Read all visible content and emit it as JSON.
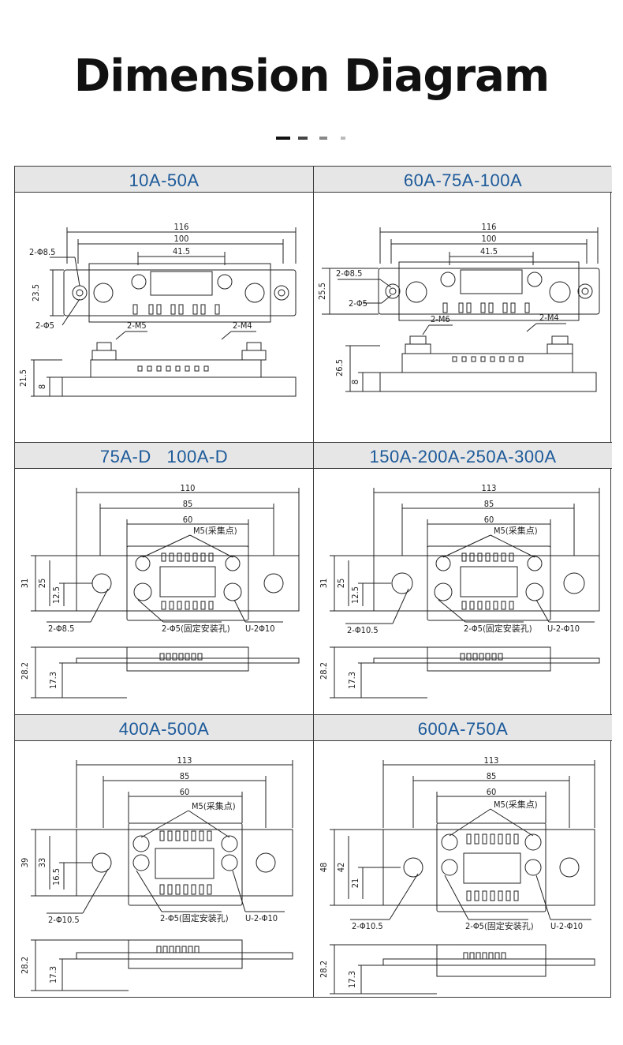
{
  "page": {
    "title": "Dimension Diagram"
  },
  "accent": {
    "header_text": "#1d5a9a",
    "header_bg": "#e6e6e6",
    "divider_dash": [
      "#111111",
      "#444444",
      "#888888",
      "#bbbbbb"
    ]
  },
  "panels": [
    {
      "label": "10A-50A",
      "dims": {
        "overall": "116",
        "middle": "100",
        "inner": "41.5",
        "height": "23.5",
        "base_height": "21.5",
        "base": "8"
      },
      "callouts": {
        "big_hole": "2-Φ8.5",
        "small_hole": "2-Φ5",
        "left_stud": "2-M5",
        "right_stud": "2-M4"
      }
    },
    {
      "label": "60A-75A-100A",
      "dims": {
        "overall": "116",
        "middle": "100",
        "inner": "41.5",
        "height": "25.5",
        "base_height": "26.5",
        "base": "8"
      },
      "callouts": {
        "big_hole": "2-Φ8.5",
        "small_hole": "2-Φ5",
        "left_stud": "2-M6",
        "right_stud": "2-M4"
      }
    },
    {
      "label": "75A-D   100A-D",
      "dims": {
        "overall": "110",
        "middle": "85",
        "inner": "60",
        "height": "31",
        "inner_height": "25",
        "half": "12.5",
        "side_height": "28.2",
        "side_low": "17.3"
      },
      "callouts": {
        "sample": "M5(采集点)",
        "big_hole": "2-Φ8.5",
        "fix_hole": "2-Φ5(固定安装孔)",
        "u_hole": "U-2Φ10"
      }
    },
    {
      "label": "150A-200A-250A-300A",
      "dims": {
        "overall": "113",
        "middle": "85",
        "inner": "60",
        "height": "31",
        "inner_height": "25",
        "half": "12.5",
        "side_height": "28.2",
        "side_low": "17.3"
      },
      "callouts": {
        "sample": "M5(采集点)",
        "big_hole": "2-Φ10.5",
        "fix_hole": "2-Φ5(固定安装孔)",
        "u_hole": "U-2-Φ10"
      }
    },
    {
      "label": "400A-500A",
      "dims": {
        "overall": "113",
        "middle": "85",
        "inner": "60",
        "height": "39",
        "inner_height": "33",
        "half": "16.5",
        "side_height": "28.2",
        "side_low": "17.3"
      },
      "callouts": {
        "sample": "M5(采集点)",
        "big_hole": "2-Φ10.5",
        "fix_hole": "2-Φ5(固定安装孔)",
        "u_hole": "U-2-Φ10"
      }
    },
    {
      "label": "600A-750A",
      "dims": {
        "overall": "113",
        "middle": "85",
        "inner": "60",
        "height": "48",
        "inner_height": "42",
        "half": "21",
        "side_height": "28.2",
        "side_low": "17.3"
      },
      "callouts": {
        "sample": "M5(采集点)",
        "big_hole": "2-Φ10.5",
        "fix_hole": "2-Φ5(固定安装孔)",
        "u_hole": "U-2-Φ10"
      }
    }
  ]
}
